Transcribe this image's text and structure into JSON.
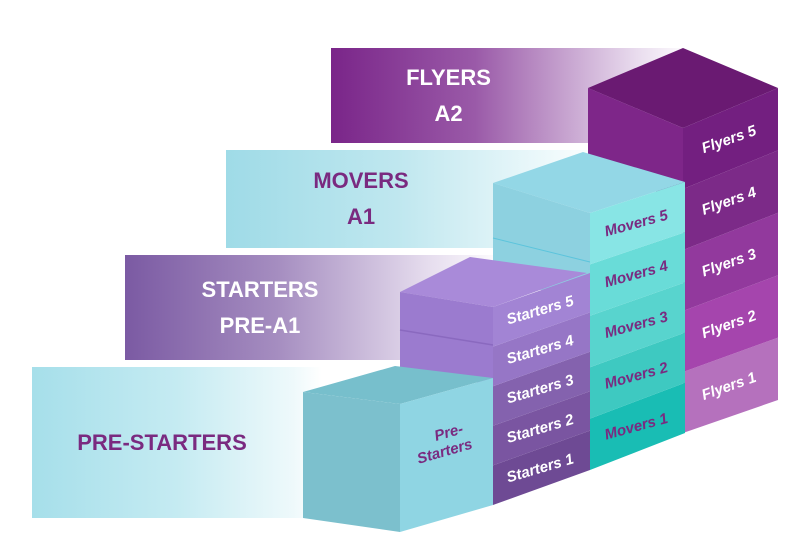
{
  "banners": {
    "flyers": {
      "line1": "FLYERS",
      "line2": "A2"
    },
    "movers": {
      "line1": "MOVERS",
      "line2": "A1"
    },
    "starters": {
      "line1": "STARTERS",
      "line2": "PRE-A1"
    },
    "pre_starters": {
      "line1": "PRE-STARTERS"
    }
  },
  "blocks": {
    "pre_starters": {
      "line1": "Pre-",
      "line2": "Starters"
    },
    "starters": [
      "Starters 1",
      "Starters 2",
      "Starters 3",
      "Starters 4",
      "Starters 5"
    ],
    "movers": [
      "Movers 1",
      "Movers 2",
      "Movers 3",
      "Movers 4",
      "Movers 5"
    ],
    "flyers": [
      "Flyers 1",
      "Flyers 2",
      "Flyers 3",
      "Flyers 4",
      "Flyers 5"
    ]
  },
  "colors": {
    "starters": [
      "#6e4a94",
      "#7a55a1",
      "#8462ae",
      "#9676c6",
      "#a284d4"
    ],
    "movers": [
      "#19bdb4",
      "#3ec9c1",
      "#58d4ce",
      "#69dcd8",
      "#88e5e5"
    ],
    "flyers": [
      "#b571bd",
      "#a545ad",
      "#92399d",
      "#7c2a88",
      "#731f80"
    ],
    "label_purple": "#7a2a80"
  }
}
